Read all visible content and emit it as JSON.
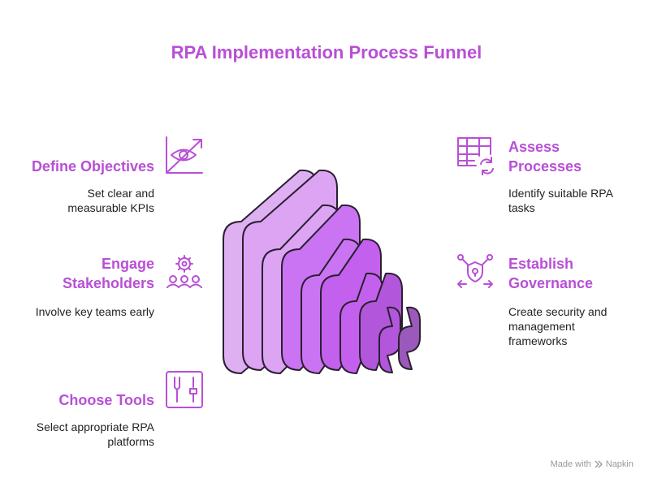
{
  "title": "RPA Implementation Process Funnel",
  "steps": [
    {
      "title": "Define Objectives",
      "desc": "Set clear and measurable KPIs",
      "icon": "eye-chart-icon"
    },
    {
      "title": "Assess Processes",
      "desc": "Identify suitable RPA tasks",
      "icon": "table-refresh-icon"
    },
    {
      "title": "Engage Stakeholders",
      "desc": "Involve key teams early",
      "icon": "gear-people-icon"
    },
    {
      "title": "Establish Governance",
      "desc": "Create security and management frameworks",
      "icon": "shield-network-icon"
    },
    {
      "title": "Choose Tools",
      "desc": "Select appropriate RPA platforms",
      "icon": "tools-icon"
    }
  ],
  "colors": {
    "accent": "#b84fd6",
    "layers": [
      "#deb0f2",
      "#dda4f4",
      "#cb74f3",
      "#c460ee",
      "#b256dc",
      "#9b59bc"
    ]
  },
  "footer": {
    "made_with": "Made with",
    "brand": "Napkin"
  }
}
